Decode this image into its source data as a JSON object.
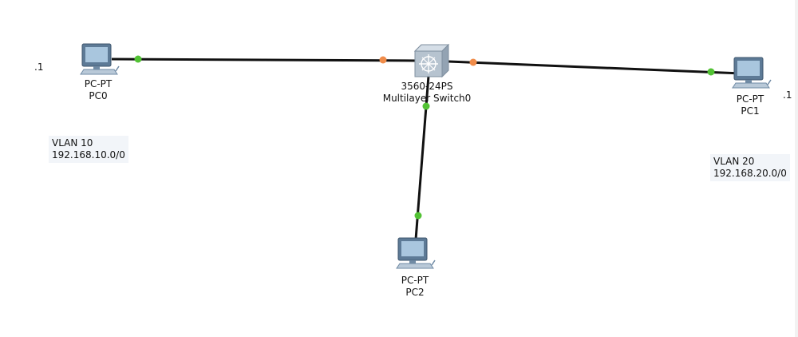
{
  "devices": {
    "pc0": {
      "type": "PC-PT",
      "name": "PC0"
    },
    "pc1": {
      "type": "PC-PT",
      "name": "PC1"
    },
    "pc2": {
      "type": "PC-PT",
      "name": "PC2"
    },
    "switch0": {
      "type": "3560-24PS",
      "name": "Multilayer Switch0"
    }
  },
  "notes": {
    "vlan10": {
      "line1": "VLAN 10",
      "line2": "192.168.10.0/0"
    },
    "vlan20": {
      "line1": "VLAN 20",
      "line2": "192.168.20.0/0"
    }
  },
  "host_labels": {
    "pc0_ip": ".1",
    "pc1_ip": ".1"
  },
  "colors": {
    "link": "#111111",
    "port_up": "#52c234",
    "port_switch": "#f08c4a",
    "note_bg": "#f0f3f8"
  }
}
